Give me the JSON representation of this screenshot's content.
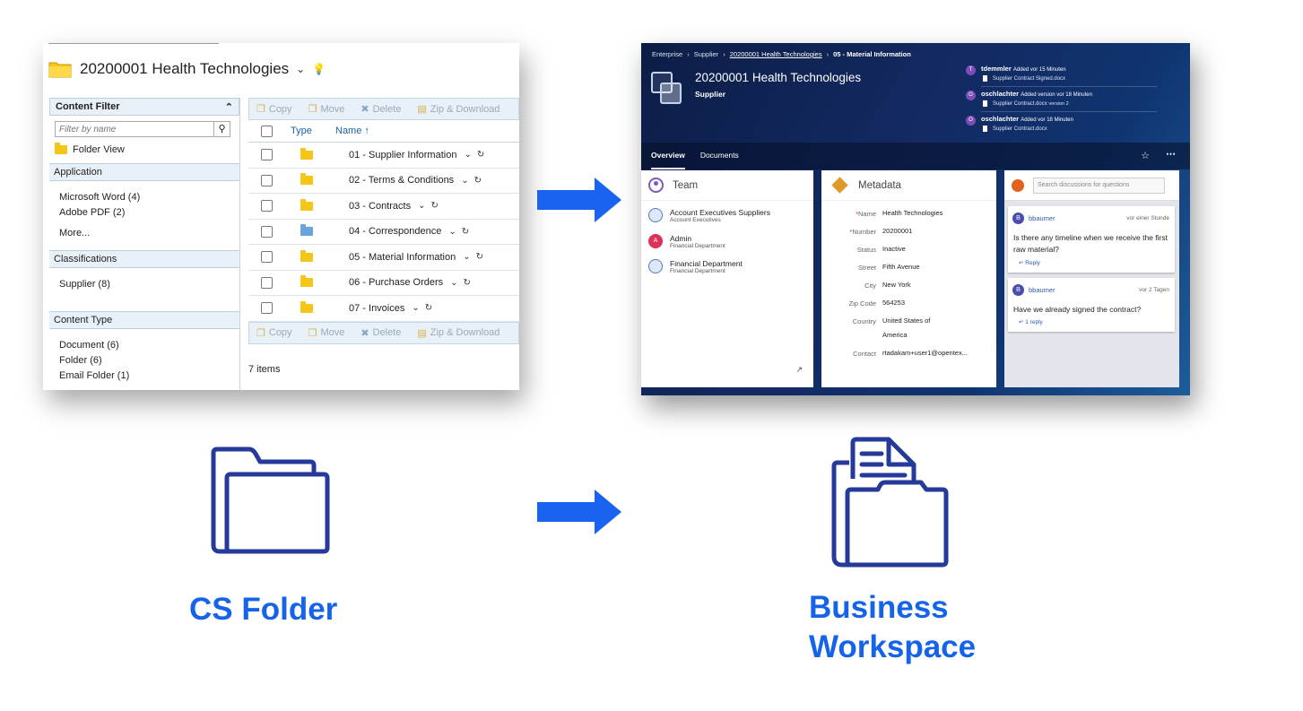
{
  "colors": {
    "accent": "#1a63f0",
    "label": "#1563e8",
    "icon_stroke": "#253a9a"
  },
  "cs_folder": {
    "title": "20200001 Health Technologies",
    "filter": {
      "header": "Content Filter",
      "search_placeholder": "Filter by name",
      "folder_view": "Folder View",
      "sections": [
        {
          "name": "Application",
          "items": [
            "Microsoft Word   (4)",
            "Adobe PDF   (2)",
            "More..."
          ]
        },
        {
          "name": "Classifications",
          "items": [
            "Supplier   (8)"
          ]
        },
        {
          "name": "Content Type",
          "items": [
            "Document   (6)",
            "Folder   (6)",
            "Email Folder   (1)"
          ]
        }
      ]
    },
    "toolbar": {
      "copy": "Copy",
      "move": "Move",
      "delete": "Delete",
      "zip": "Zip & Download"
    },
    "columns": {
      "type": "Type",
      "name": "Name ↑"
    },
    "rows": [
      "01 - Supplier Information",
      "02 - Terms & Conditions",
      "03 - Contracts",
      "04 - Correspondence",
      "05 - Material Information",
      "06 - Purchase Orders",
      "07 - Invoices"
    ],
    "count": "7 items"
  },
  "workspace": {
    "breadcrumb": [
      "Enterprise",
      "Supplier",
      "20200001 Health Technologies",
      "05 - Material Information"
    ],
    "name": "20200001 Health Technologies",
    "subtitle": "Supplier",
    "activity": [
      {
        "initial": "T",
        "user": "tdemmler",
        "action": "Added vor 15 Minuten",
        "doc": "Supplier Contract Signed.docx",
        "extra": ""
      },
      {
        "initial": "O",
        "user": "oschlachter",
        "action": "Added version vor 18 Minuten",
        "doc": "Supplier Contract.docx",
        "extra": "version 2"
      },
      {
        "initial": "O",
        "user": "oschlachter",
        "action": "Added vor 18 Minuten",
        "doc": "Supplier Contract.docx",
        "extra": ""
      }
    ],
    "tabs": [
      "Overview",
      "Documents"
    ],
    "team": {
      "title": "Team",
      "members": [
        {
          "name": "Account Executives Suppliers",
          "role": "Account Executives",
          "initial": ""
        },
        {
          "name": "Admin",
          "role": "Financial Department",
          "initial": "A"
        },
        {
          "name": "Financial Department",
          "role": "Financial Department",
          "initial": ""
        }
      ]
    },
    "metadata": {
      "title": "Metadata",
      "fields": [
        {
          "label": "Name",
          "value": "Health Technologies",
          "required": true
        },
        {
          "label": "Number",
          "value": "20200001",
          "required": true
        },
        {
          "label": "Status",
          "value": "Inactive",
          "required": false
        },
        {
          "label": "Street",
          "value": "Fifth Avenue",
          "required": false
        },
        {
          "label": "City",
          "value": "New York",
          "required": false
        },
        {
          "label": "Zip Code",
          "value": "564253",
          "required": false
        },
        {
          "label": "Country",
          "value": "United States of America",
          "required": false
        },
        {
          "label": "Contact",
          "value": "rtadakam+user1@opentex...",
          "required": false
        }
      ]
    },
    "discussion": {
      "search_placeholder": "Search discussions for questions",
      "posts": [
        {
          "initial": "B",
          "user": "bbaumer",
          "time": "vor einer Stunde",
          "text": "Is there any timeline when we receive the first raw material?",
          "reply": "Reply"
        },
        {
          "initial": "B",
          "user": "bbaumer",
          "time": "vor 2 Tagen",
          "text": "Have we already signed the contract?",
          "reply": "1 reply"
        }
      ]
    }
  },
  "labels": {
    "left": "CS Folder",
    "right_line1": "Business",
    "right_line2": "Workspace"
  },
  "icons": {
    "cs_folder": "folder-outline-icon",
    "business_workspace": "folder-document-icon",
    "arrow": "arrow-right-icon"
  }
}
